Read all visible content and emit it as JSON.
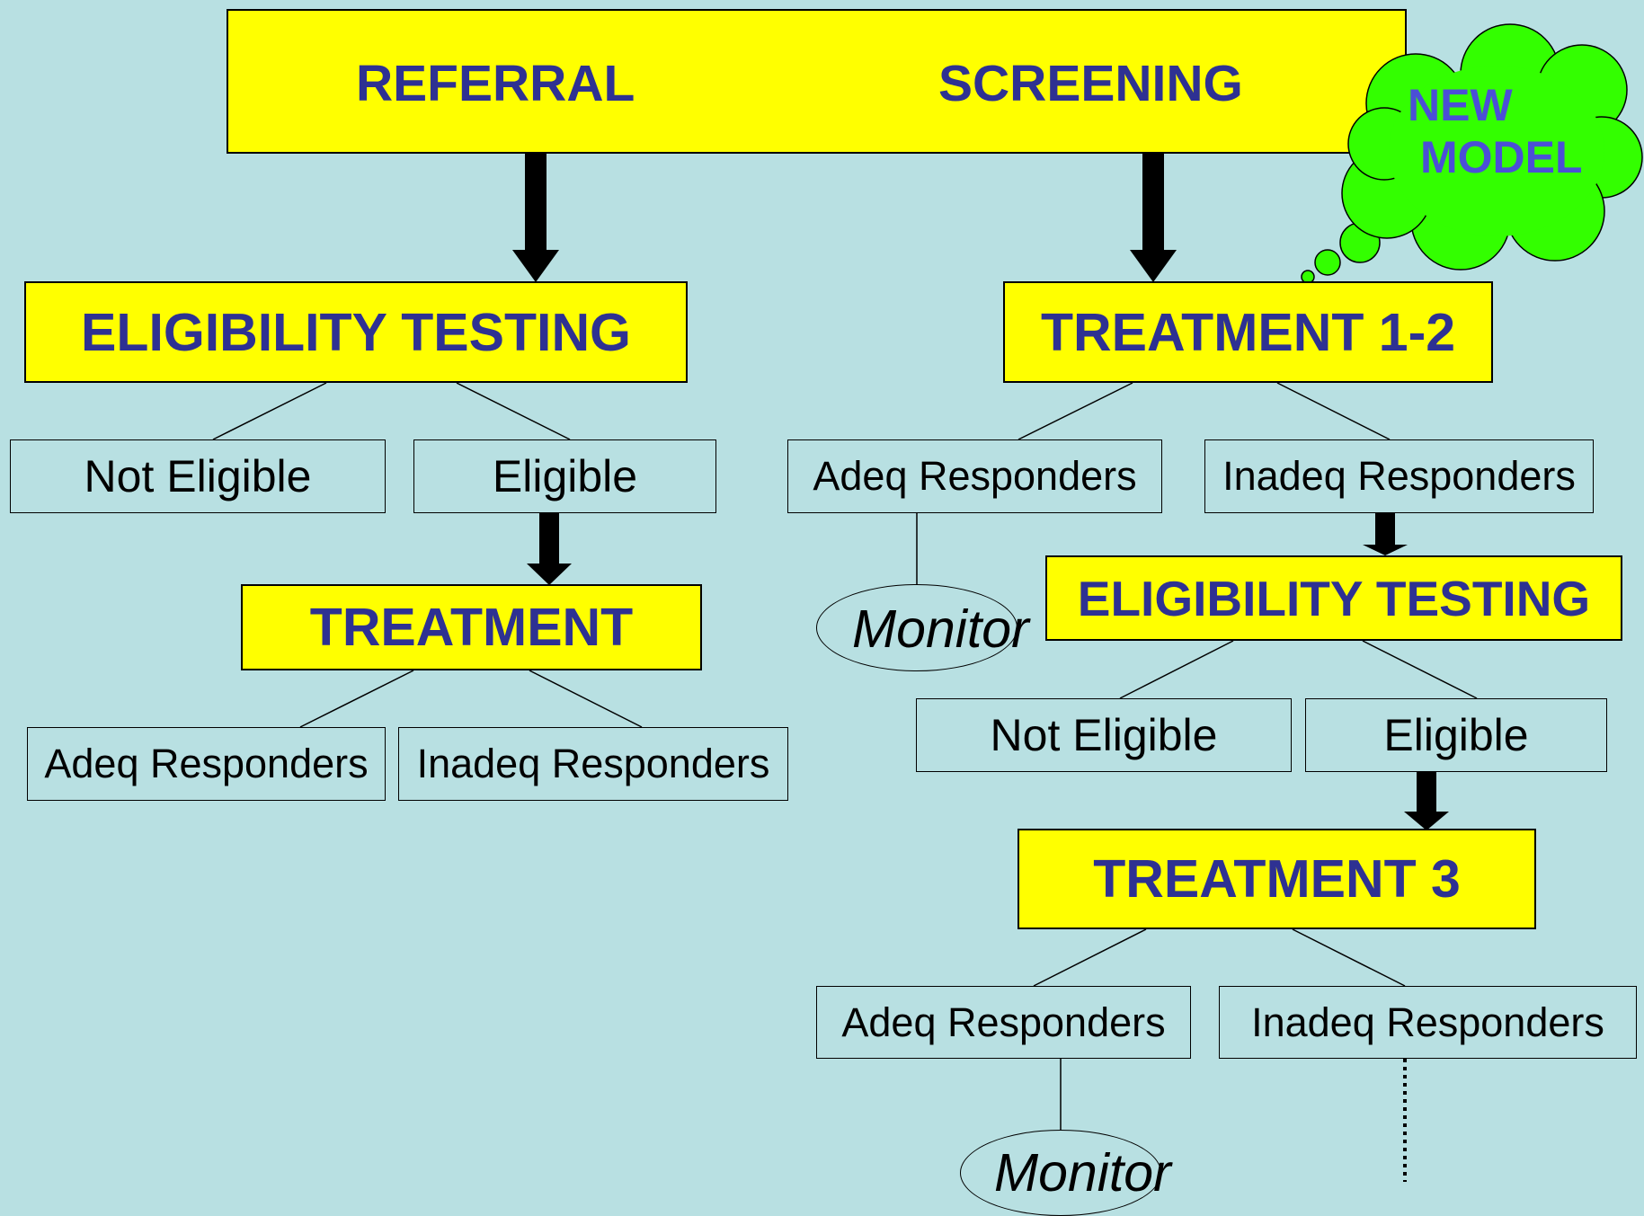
{
  "top": {
    "referral": "REFERRAL",
    "screening": "SCREENING"
  },
  "cloud": {
    "line1": "NEW",
    "line2": "MODEL"
  },
  "left": {
    "eligibility_testing": "ELIGIBILITY TESTING",
    "not_eligible": "Not Eligible",
    "eligible": "Eligible",
    "treatment": "TREATMENT",
    "adeq": "Adeq Responders",
    "inadeq": "Inadeq Responders"
  },
  "right": {
    "treatment_1_2": "TREATMENT 1-2",
    "adeq_1": "Adeq Responders",
    "inadeq_1": "Inadeq Responders",
    "monitor_1": "Monitor",
    "eligibility_testing": "ELIGIBILITY TESTING",
    "not_eligible": "Not Eligible",
    "eligible": "Eligible",
    "treatment_3": "TREATMENT 3",
    "adeq_2": "Adeq Responders",
    "inadeq_2": "Inadeq Responders",
    "monitor_2": "Monitor"
  },
  "colors": {
    "background": "#b8e0e2",
    "box_fill": "#ffff00",
    "box_text": "#2e3192",
    "cloud_fill": "#33ff00",
    "cloud_text": "#4b4fd6"
  }
}
